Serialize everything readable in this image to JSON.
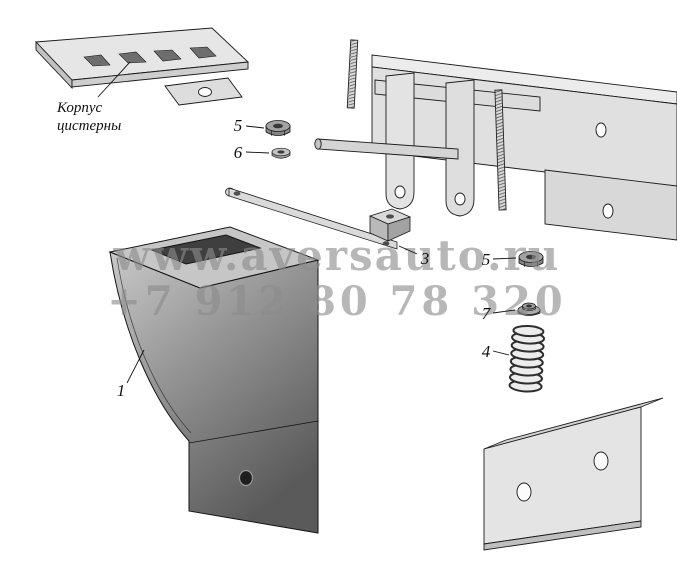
{
  "diagram": {
    "background_color": "#ffffff",
    "frame_label": {
      "line1": "Корпус",
      "line2": "цистерны"
    },
    "watermark": {
      "site": "www.aversauto.ru",
      "phone": "+7 912 80 78 320"
    },
    "callouts": {
      "nut_top": "5",
      "washer_top": "6",
      "strap": "3",
      "nut_right": "5",
      "flange_nut": "7",
      "spring": "4",
      "bracket": "1"
    }
  }
}
